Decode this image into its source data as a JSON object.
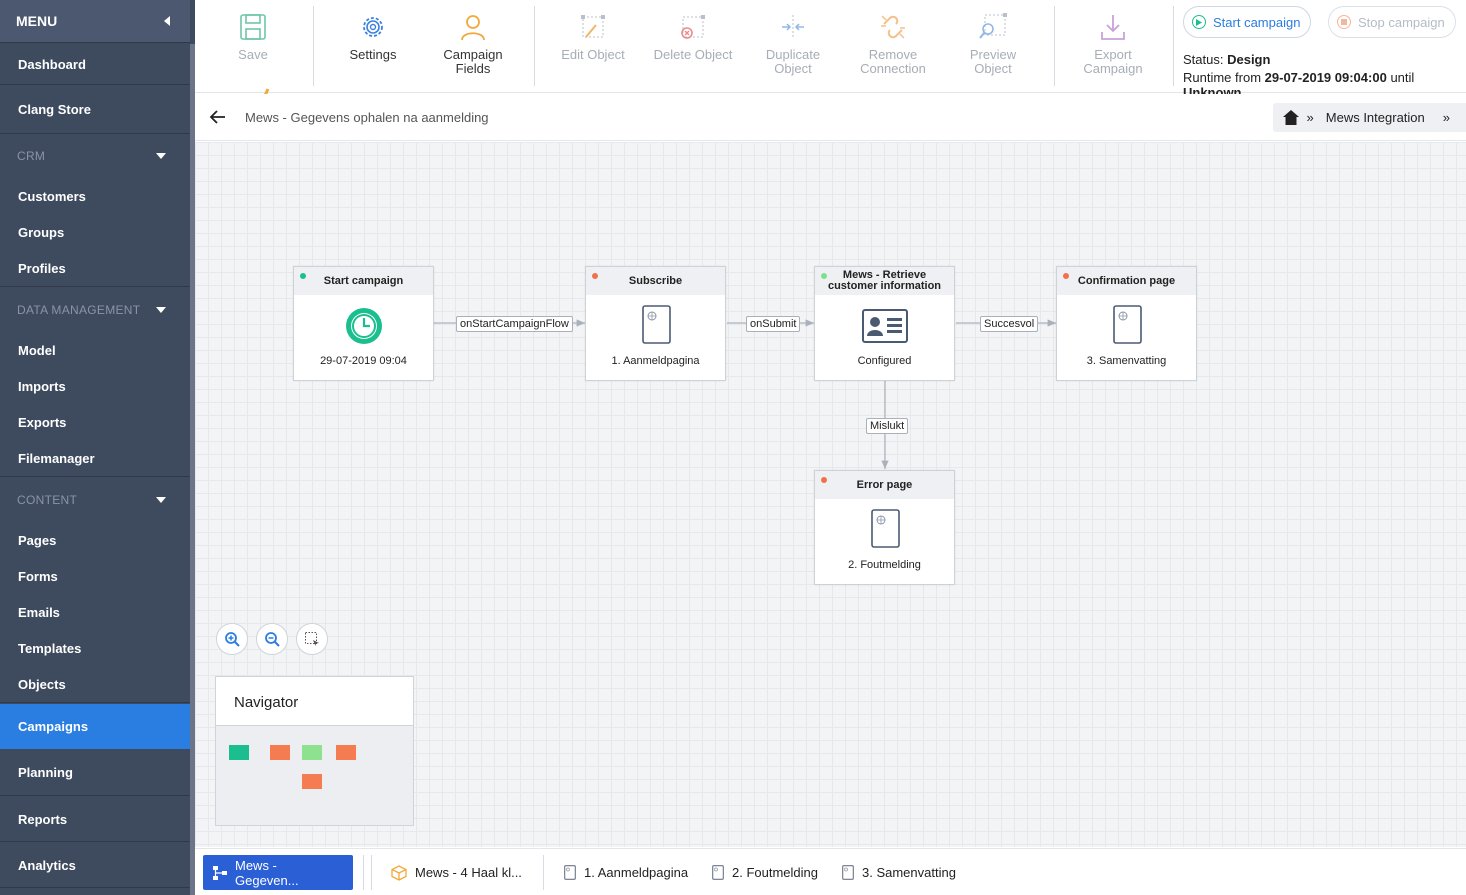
{
  "sidebar": {
    "title": "MENU",
    "items": [
      {
        "label": "Dashboard"
      },
      {
        "label": "Clang Store"
      },
      {
        "section": "CRM"
      },
      {
        "label": "Customers"
      },
      {
        "label": "Groups"
      },
      {
        "label": "Profiles"
      },
      {
        "section": "DATA MANAGEMENT"
      },
      {
        "label": "Model"
      },
      {
        "label": "Imports"
      },
      {
        "label": "Exports"
      },
      {
        "label": "Filemanager"
      },
      {
        "section": "CONTENT"
      },
      {
        "label": "Pages"
      },
      {
        "label": "Forms"
      },
      {
        "label": "Emails"
      },
      {
        "label": "Templates"
      },
      {
        "label": "Objects"
      },
      {
        "label": "Campaigns",
        "active": true
      },
      {
        "label": "Planning"
      },
      {
        "label": "Reports"
      },
      {
        "label": "Analytics"
      }
    ]
  },
  "toolbar": {
    "save": "Save",
    "settings": "Settings",
    "campaign_fields_1": "Campaign",
    "campaign_fields_2": "Fields",
    "edit_object": "Edit Object",
    "delete_object": "Delete Object",
    "duplicate_1": "Duplicate",
    "duplicate_2": "Object",
    "remove_1": "Remove",
    "remove_2": "Connection",
    "preview_1": "Preview",
    "preview_2": "Object",
    "export_1": "Export",
    "export_2": "Campaign",
    "start_campaign": "Start campaign",
    "stop_campaign": "Stop campaign",
    "status_label": "Status:",
    "status_value": "Design",
    "runtime_label": "Runtime from",
    "runtime_from": "29-07-2019 09:04:00",
    "runtime_until_label": "until",
    "runtime_until": "Unknown"
  },
  "breadcrumb": {
    "title": "Mews - Gegevens ophalen na aanmelding",
    "sep1": "»",
    "path": "Mews Integration",
    "sep2": "»"
  },
  "flow": {
    "nodes": [
      {
        "title": "Start campaign",
        "label": "29-07-2019 09:04",
        "status_color": "#1bbf8f"
      },
      {
        "title": "Subscribe",
        "label": "1. Aanmeldpagina",
        "status_color": "#f0714a"
      },
      {
        "title": "Mews - Retrieve customer information",
        "label": "Configured",
        "status_color": "#7fe08a"
      },
      {
        "title": "Confirmation page",
        "label": "3. Samenvatting",
        "status_color": "#f0714a"
      },
      {
        "title": "Error page",
        "label": "2. Foutmelding",
        "status_color": "#f0714a"
      }
    ],
    "edges": [
      {
        "label": "onStartCampaignFlow"
      },
      {
        "label": "onSubmit"
      },
      {
        "label": "Succesvol"
      },
      {
        "label": "Mislukt"
      }
    ]
  },
  "navigator": {
    "title": "Navigator",
    "colors": [
      "#1bbf8f",
      "#f47c50",
      "#8ee28f",
      "#f47c50",
      "#f47c50"
    ]
  },
  "tabs": [
    {
      "label": "Mews - Gegeven...",
      "active": true
    },
    {
      "label": "Mews - 4 Haal kl..."
    },
    {
      "label": "1. Aanmeldpagina"
    },
    {
      "label": "2. Foutmelding"
    },
    {
      "label": "3. Samenvatting"
    }
  ],
  "colors": {
    "accent": "#2a7de1",
    "sidebar": "#3e4a5e",
    "tab_active": "#2a5fd6"
  }
}
